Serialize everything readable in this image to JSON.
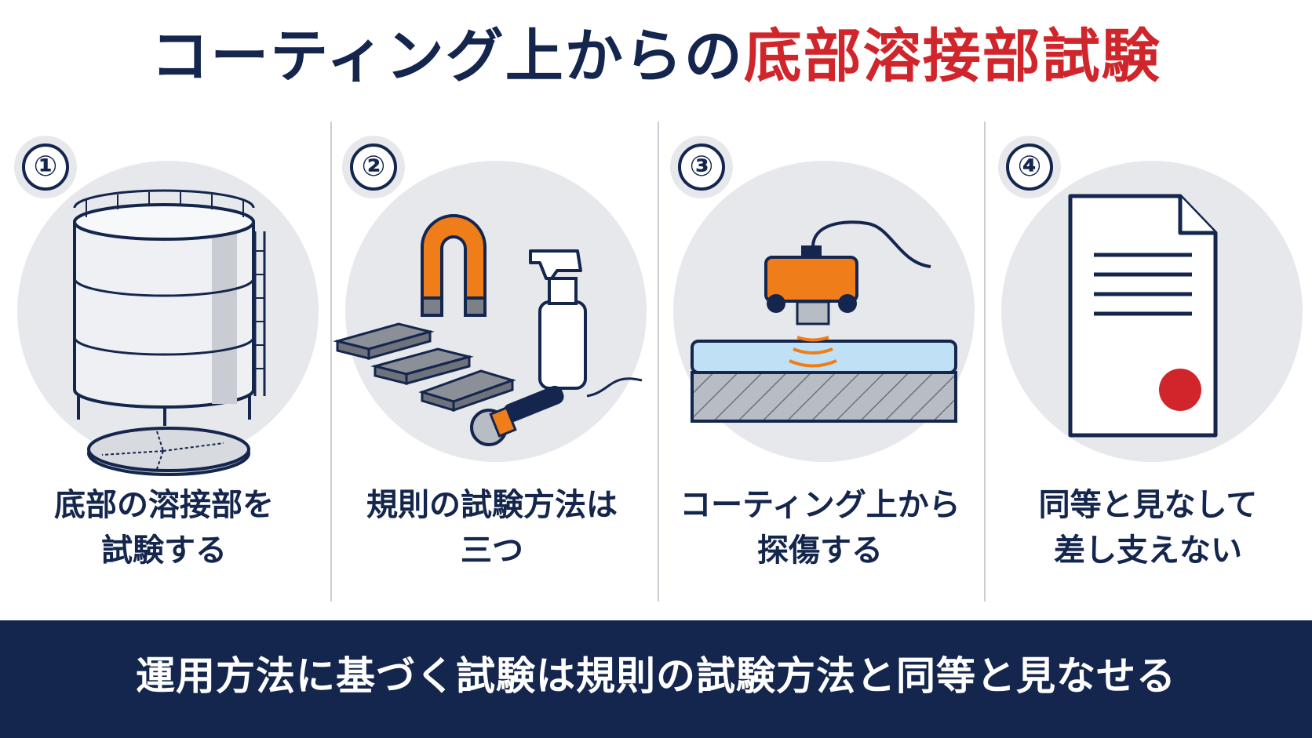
{
  "title": {
    "part1": "コーティング上からの",
    "part2": "底部溶接部試験"
  },
  "colors": {
    "navy": "#14264d",
    "red": "#d0262b",
    "orange": "#ef7d1a",
    "circle_bg": "#e6e8ec"
  },
  "panels": [
    {
      "number": "①",
      "icon": "storage-tank-icon",
      "line1": "底部の溶接部を",
      "line2": "試験する"
    },
    {
      "number": "②",
      "icon": "test-tools-icon",
      "line1": "規則の試験方法は",
      "line2": "三つ"
    },
    {
      "number": "③",
      "icon": "ultrasonic-probe-icon",
      "line1": "コーティング上から",
      "line2": "探傷する"
    },
    {
      "number": "④",
      "icon": "certificate-document-icon",
      "line1": "同等と見なして",
      "line2": "差し支えない"
    }
  ],
  "banner": {
    "text": "運用方法に基づく試験は規則の試験方法と同等と見なせる"
  }
}
